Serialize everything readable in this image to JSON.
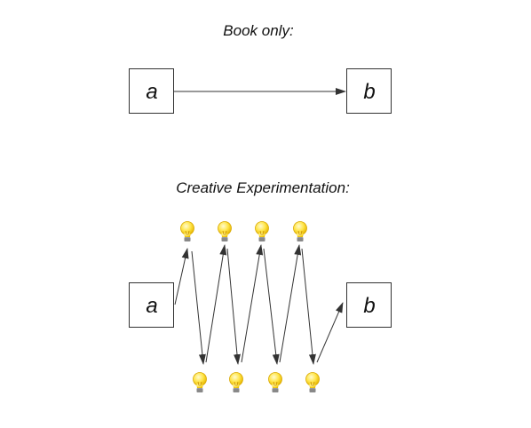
{
  "top_section": {
    "title": "Book only:",
    "start_node": "a",
    "end_node": "b"
  },
  "bottom_section": {
    "title": "Creative Experimentation:",
    "start_node": "a",
    "end_node": "b",
    "top_bulbs": 4,
    "bottom_bulbs": 4,
    "bulb_icon": "lightbulb-icon"
  },
  "colors": {
    "line": "#333333",
    "bulb_glass": "#FFE54A",
    "bulb_base": "#9A9A9A"
  }
}
